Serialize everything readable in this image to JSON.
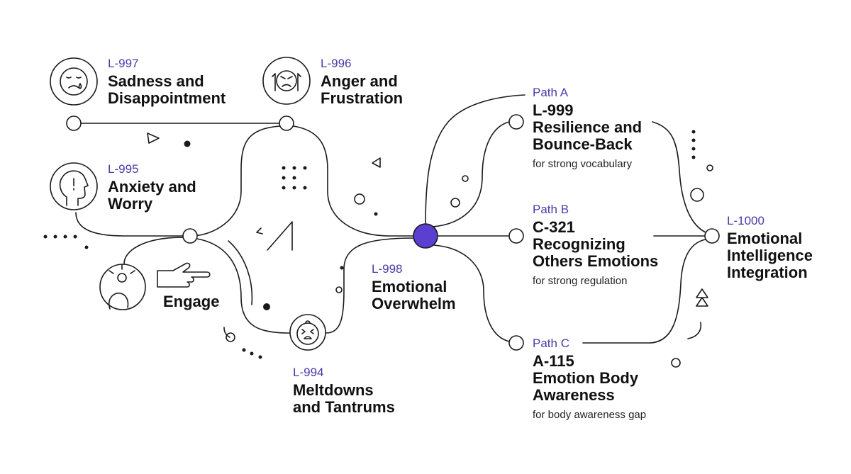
{
  "colors": {
    "line": "#1a1a1a",
    "accent": "#4a3aa8",
    "hub_fill": "#5b3fd1"
  },
  "engage_label": "Engage",
  "nodes": {
    "l997": {
      "code": "L-997",
      "title": "Sadness and\nDisappointment",
      "icon": "sad-face-icon"
    },
    "l996": {
      "code": "L-996",
      "title": "Anger and\nFrustration",
      "icon": "frustrated-face-icon"
    },
    "l995": {
      "code": "L-995",
      "title": "Anxiety and\nWorry",
      "icon": "anxious-head-icon"
    },
    "l994": {
      "code": "L-994",
      "title": "Meltdowns\nand Tantrums",
      "icon": "crying-baby-icon"
    },
    "l998": {
      "code": "L-998",
      "title": "Emotional\nOverwhelm"
    },
    "path_a": {
      "path": "Path A",
      "code": "L-999",
      "title": "Resilience and\nBounce-Back",
      "note": "for strong vocabulary"
    },
    "path_b": {
      "path": "Path B",
      "code": "C-321",
      "title": "Recognizing\nOthers Emotions",
      "note": "for strong regulation"
    },
    "path_c": {
      "path": "Path C",
      "code": "A-115",
      "title": "Emotion Body\nAwareness",
      "note": "for body awareness gap"
    },
    "l1000": {
      "code": "L-1000",
      "title": "Emotional\nIntelligence\nIntegration"
    }
  }
}
